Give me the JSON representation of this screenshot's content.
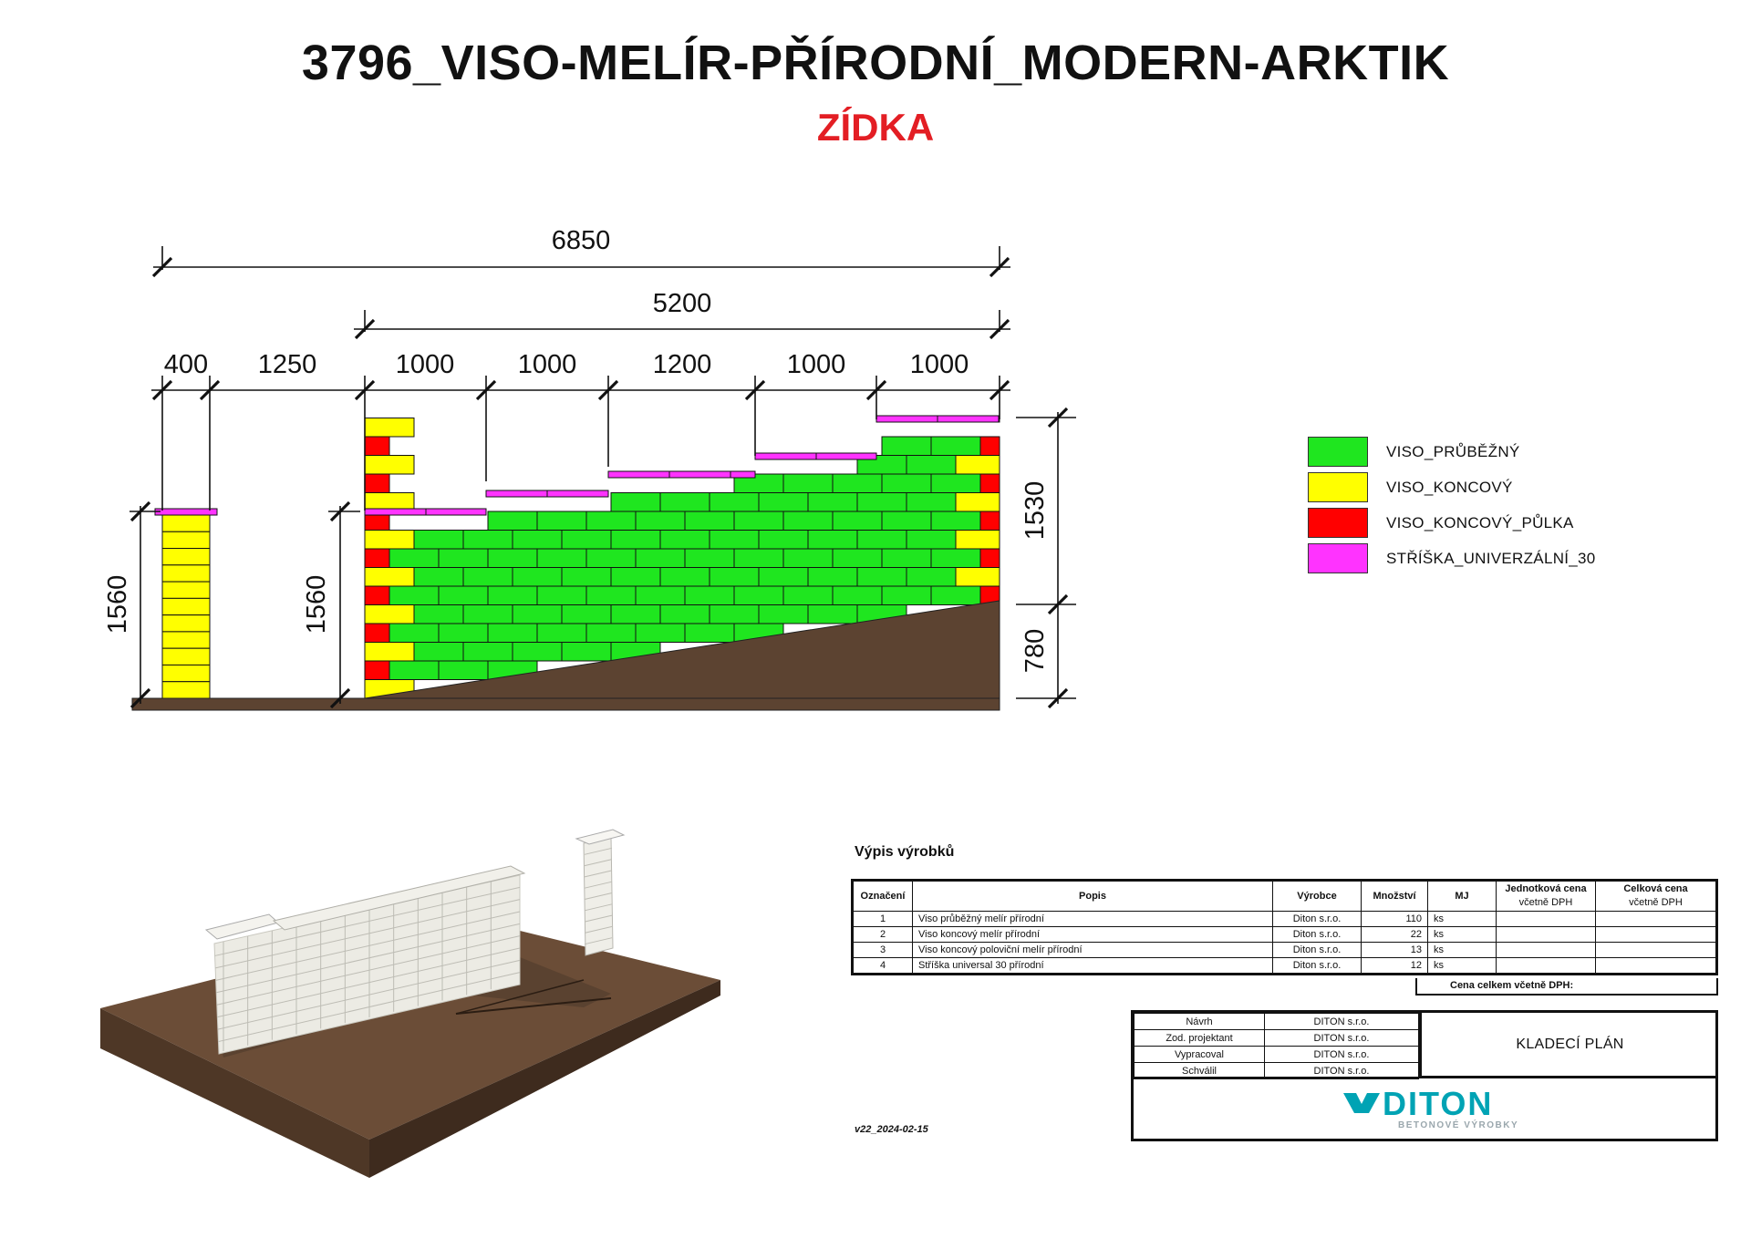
{
  "header": {
    "title": "3796_VISO-MELÍR-PŘÍRODNÍ_MODERN-ARKTIK",
    "subtitle": "ZÍDKA"
  },
  "dimensions": {
    "total": "6850",
    "wall_length": "5200",
    "segments": [
      "400",
      "1250",
      "1000",
      "1000",
      "1200",
      "1000",
      "1000"
    ],
    "pillar_height": "1560",
    "wall_left_height": "1560",
    "right_upper_height": "1530",
    "right_lower_height": "780"
  },
  "colors": {
    "green": "#1fe61f",
    "yellow": "#ffff00",
    "red": "#ff0000",
    "magenta": "#ff33ff",
    "soil": "#5c4331",
    "accent_red": "#e31e24",
    "brand": "#00a3b4"
  },
  "legend": [
    {
      "label": "VISO_PRŮBĚŽNÝ",
      "color": "#1fe61f"
    },
    {
      "label": "VISO_KONCOVÝ",
      "color": "#ffff00"
    },
    {
      "label": "VISO_KONCOVÝ_PŮLKA",
      "color": "#ff0000"
    },
    {
      "label": "STŘÍŠKA_UNIVERZÁLNÍ_30",
      "color": "#ff33ff"
    }
  ],
  "schedule": {
    "title": "Výpis výrobků",
    "headers": {
      "id": "Označení",
      "desc": "Popis",
      "maker": "Výrobce",
      "qty": "Množství",
      "unit": "MJ",
      "unit_price": "Jednotková cena",
      "unit_price_sub": "včetně DPH",
      "total_price": "Celková cena",
      "total_price_sub": "včetně DPH"
    },
    "rows": [
      {
        "id": "1",
        "desc": "Viso průběžný melír přírodní",
        "maker": "Diton s.r.o.",
        "qty": "110",
        "unit": "ks"
      },
      {
        "id": "2",
        "desc": "Viso koncový melír přírodní",
        "maker": "Diton s.r.o.",
        "qty": "22",
        "unit": "ks"
      },
      {
        "id": "3",
        "desc": "Viso koncový poloviční melír přírodní",
        "maker": "Diton s.r.o.",
        "qty": "13",
        "unit": "ks"
      },
      {
        "id": "4",
        "desc": "Stříška universal 30 přírodní",
        "maker": "Diton s.r.o.",
        "qty": "12",
        "unit": "ks"
      }
    ],
    "total_label": "Cena celkem včetně DPH:"
  },
  "title_block": {
    "roles": [
      {
        "role": "Návrh",
        "value": "DITON s.r.o."
      },
      {
        "role": "Zod. projektant",
        "value": "DITON s.r.o."
      },
      {
        "role": "Vypracoval",
        "value": "DITON s.r.o."
      },
      {
        "role": "Schválil",
        "value": "DITON s.r.o."
      }
    ],
    "plan": "KLADECÍ PLÁN",
    "logo_word": "DITON",
    "logo_tag": "BETONOVÉ VÝROBKY"
  },
  "version": "v22_2024-02-15"
}
